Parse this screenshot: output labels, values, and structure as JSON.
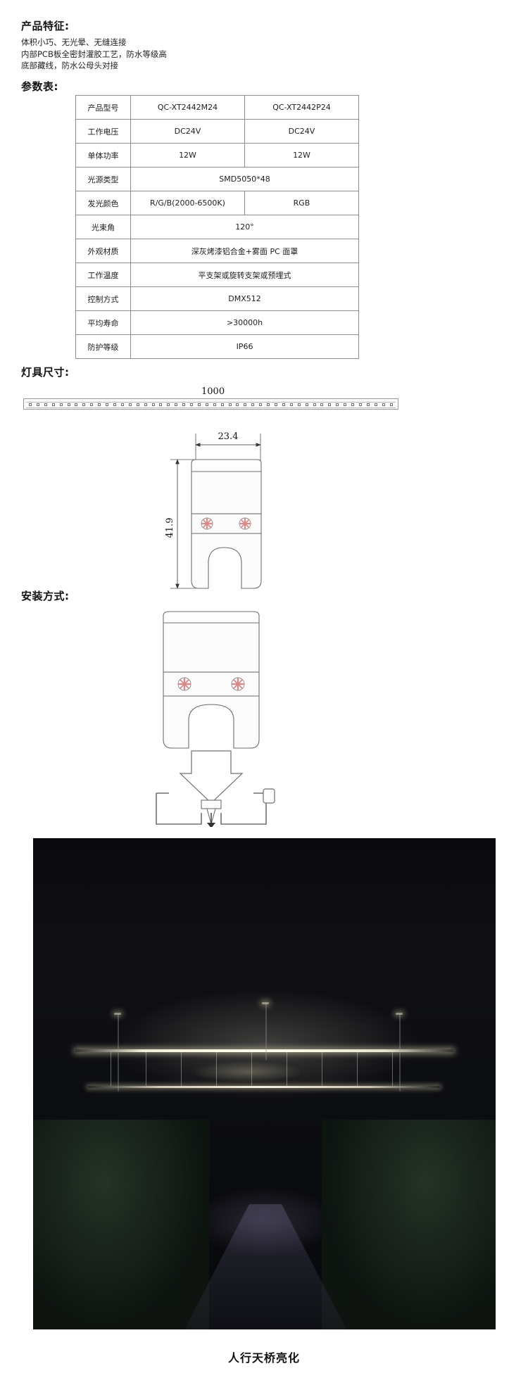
{
  "sections": {
    "features_heading": "产品特征:",
    "spec_heading": "参数表:",
    "dimension_heading": "灯具尺寸:",
    "install_heading": "安装方式:"
  },
  "features": [
    "体积小巧、无光晕、无缝连接",
    "内部PCB板全密封灌胶工艺，防水等级高",
    "底部藏线，防水公母头对接"
  ],
  "spec_table": {
    "rows": [
      {
        "label": "产品型号",
        "split": true,
        "value_left": "QC-XT2442M24",
        "value_right": "QC-XT2442P24"
      },
      {
        "label": "工作电压",
        "split": true,
        "value_left": "DC24V",
        "value_right": "DC24V"
      },
      {
        "label": "单体功率",
        "split": true,
        "value_left": "12W",
        "value_right": "12W"
      },
      {
        "label": "光源类型",
        "split": false,
        "value": "SMD5050*48"
      },
      {
        "label": "发光颜色",
        "split": true,
        "value_left": "R/G/B(2000-6500K)",
        "value_right": "RGB"
      },
      {
        "label": "光束角",
        "split": false,
        "value": "120°"
      },
      {
        "label": "外观材质",
        "split": false,
        "value": "深灰烤漆铝合金+雾面 PC 面罩"
      },
      {
        "label": "工作温度",
        "split": false,
        "value": "平支架或旋转支架或预埋式"
      },
      {
        "label": "控制方式",
        "split": false,
        "value": "DMX512"
      },
      {
        "label": "平均寿命",
        "split": false,
        "value": ">30000h"
      },
      {
        "label": "防护等级",
        "split": false,
        "value": "IP66"
      }
    ]
  },
  "drawing": {
    "length_dimension": "1000",
    "width_dimension": "23.4",
    "height_dimension": "41.9"
  },
  "photo": {
    "caption": "人行天桥亮化"
  }
}
